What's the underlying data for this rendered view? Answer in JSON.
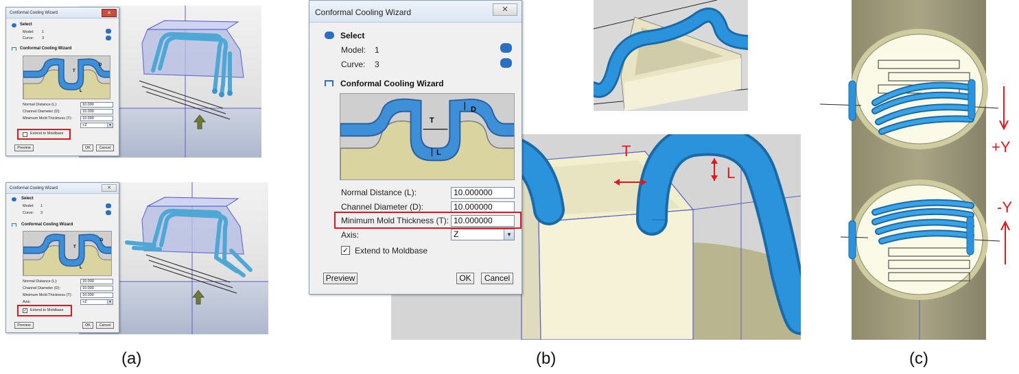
{
  "dialog": {
    "title": "Conformal Cooling Wizard",
    "close": "✕",
    "select_heading": "Select",
    "model_label": "Model:",
    "model_value": "1",
    "curve_label": "Curve:",
    "curve_value": "3",
    "wizard_heading": "Conformal Cooling Wizard",
    "normal_distance_label": "Normal Distance (L):",
    "channel_diameter_label": "Channel Diameter (D):",
    "min_thickness_label": "Minimum Mold Thickness (T):",
    "axis_label": "Axis:",
    "extend_label": "Extend to Moldbase",
    "preview": "Preview",
    "ok": "OK",
    "cancel": "Cancel",
    "diagram_T": "T",
    "diagram_D": "D",
    "diagram_L": "L"
  },
  "dialog_a1": {
    "normal_distance": "10.000",
    "channel_diameter": "10.000",
    "min_thickness": "10.000",
    "axis": "+Z",
    "extend_checked": ""
  },
  "dialog_a2": {
    "normal_distance": "10.000",
    "channel_diameter": "10.000",
    "min_thickness": "10.000",
    "axis": "+Z",
    "extend_checked": "✓"
  },
  "dialog_b": {
    "normal_distance": "10.000000",
    "channel_diameter": "10.000000",
    "min_thickness": "10.000000",
    "axis": "Z",
    "extend_checked": "✓"
  },
  "annotations": {
    "T": "T",
    "L": "L",
    "plus_y": "+Y",
    "minus_y": "-Y"
  },
  "captions": {
    "a": "(a)",
    "b": "(b)",
    "c": "(c)"
  },
  "colors": {
    "pipe": "#2b8fd4",
    "pipe_dark": "#1b6aa8",
    "mold": "#f5f2d6",
    "highlight": "#e0181e",
    "dialog_bg": "#f0f0f0"
  }
}
